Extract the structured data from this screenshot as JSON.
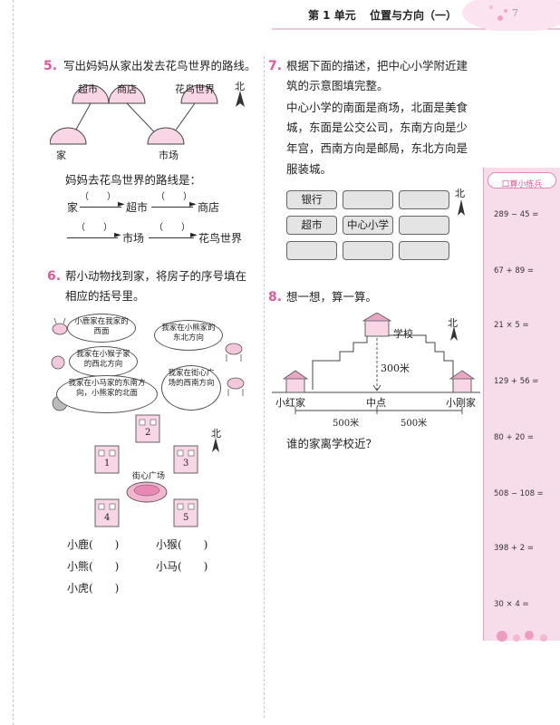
{
  "header": {
    "unit": "第 1 单元",
    "title": "位置与方向（一）",
    "page_number": "7"
  },
  "q5": {
    "num": "5.",
    "question": "写出妈妈从家出发去花鸟世界的路线。",
    "map_labels": {
      "supermarket": "超市",
      "store": "商店",
      "flower_bird_world": "花鸟世界",
      "home": "家",
      "market": "市场",
      "north": "北"
    },
    "route_title": "妈妈去花鸟世界的路线是：",
    "route_line1": [
      "家",
      "超市",
      "商店"
    ],
    "route_line2": [
      "市场",
      "花鸟世界"
    ],
    "blank": "（　　）"
  },
  "q6": {
    "num": "6.",
    "question_line1": "帮小动物找到家，将房子的序号填在",
    "question_line2": "相应的括号里。",
    "bubbles": [
      "小鹿家在我家的西面",
      "我家在小熊家的东北方向",
      "我家在小猴子家的西北方向",
      "我家在小马家的东南方向，小熊家的北面",
      "我家在街心广场的西南方向"
    ],
    "plaza": "街心广场",
    "north": "北",
    "house_numbers": [
      "1",
      "2",
      "3",
      "4",
      "5"
    ],
    "answers_left": [
      "小鹿(　　)",
      "小熊(　　)",
      "小虎(　　)"
    ],
    "answers_right": [
      "小猴(　　)",
      "小马(　　)"
    ]
  },
  "q7": {
    "num": "7.",
    "question_line1": "根据下面的描述，把中心小学附近建",
    "question_line2": "筑的示意图填完整。",
    "desc_lines": [
      "中心小学的南面是商场，北面是美食",
      "城，东面是公交公司，东南方向是少",
      "年宫，西南方向是邮局，东北方向是",
      "服装城。"
    ],
    "grid": [
      [
        "银行",
        "",
        ""
      ],
      [
        "超市",
        "中心小学",
        ""
      ],
      [
        "",
        "",
        ""
      ]
    ],
    "north": "北"
  },
  "q8": {
    "num": "8.",
    "question": "想一想，算一算。",
    "school": "学校",
    "height": "300米",
    "left_house": "小红家",
    "middle": "中点",
    "right_house": "小刚家",
    "dist_left": "500米",
    "dist_right": "500米",
    "north": "北",
    "ask": "谁的家离学校近？"
  },
  "sidebar": {
    "title": "口算小练兵",
    "problems": [
      "289 − 45 =",
      "67 + 89 =",
      "21 × 5 =",
      "129 + 56 =",
      "80 + 20 =",
      "508 − 108 =",
      "398 + 2 =",
      "30 × 4 ="
    ]
  }
}
